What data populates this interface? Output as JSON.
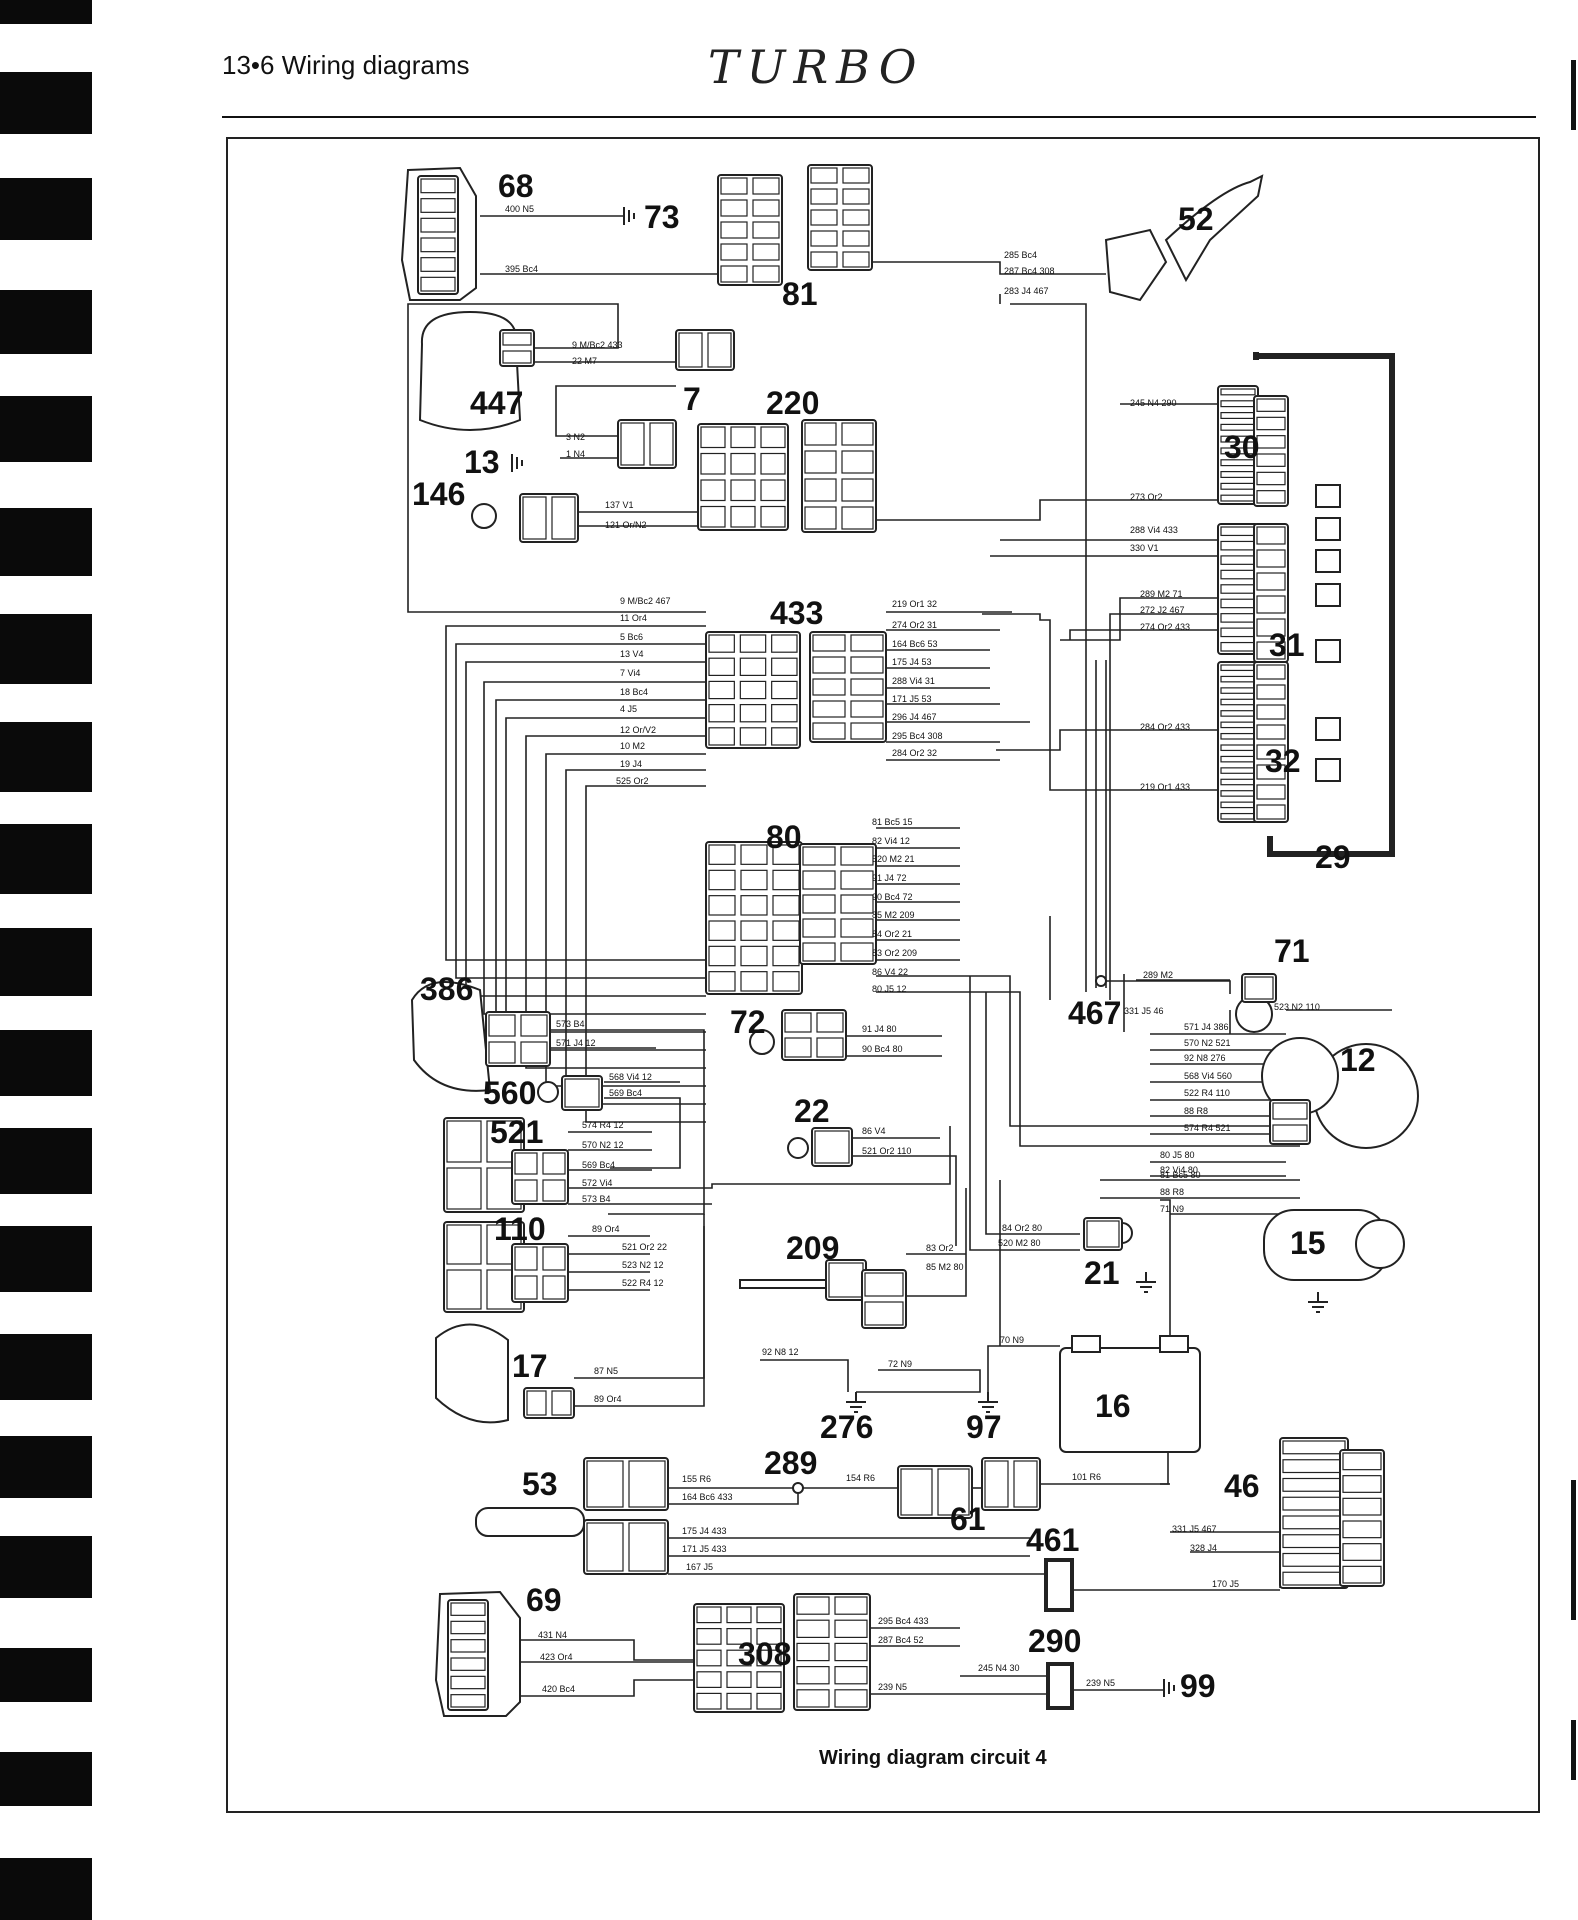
{
  "page": {
    "header": "13•6  Wiring diagrams",
    "handwritten_note": "TURBO",
    "caption": "Wiring diagram circuit 4"
  },
  "components": [
    {
      "id": "68"
    },
    {
      "id": "73"
    },
    {
      "id": "81"
    },
    {
      "id": "52"
    },
    {
      "id": "447"
    },
    {
      "id": "7"
    },
    {
      "id": "220"
    },
    {
      "id": "13"
    },
    {
      "id": "146"
    },
    {
      "id": "30"
    },
    {
      "id": "433"
    },
    {
      "id": "31"
    },
    {
      "id": "32"
    },
    {
      "id": "29"
    },
    {
      "id": "80"
    },
    {
      "id": "71"
    },
    {
      "id": "467"
    },
    {
      "id": "386"
    },
    {
      "id": "72"
    },
    {
      "id": "12"
    },
    {
      "id": "560"
    },
    {
      "id": "521"
    },
    {
      "id": "22"
    },
    {
      "id": "110"
    },
    {
      "id": "209"
    },
    {
      "id": "21"
    },
    {
      "id": "15"
    },
    {
      "id": "17"
    },
    {
      "id": "276"
    },
    {
      "id": "97"
    },
    {
      "id": "16"
    },
    {
      "id": "289"
    },
    {
      "id": "53"
    },
    {
      "id": "61"
    },
    {
      "id": "46"
    },
    {
      "id": "461"
    },
    {
      "id": "69"
    },
    {
      "id": "308"
    },
    {
      "id": "290"
    },
    {
      "id": "99"
    }
  ],
  "wires": [
    "400 N5",
    "395 Bc4",
    "285 Bc4",
    "287 Bc4 308",
    "283 J4 467",
    "9 M/Bc2 433",
    "22 M7",
    "3 N2",
    "1 N4",
    "137 V1",
    "121 Or/N2",
    "245 N4 290",
    "273 Or2",
    "288 Vi4 433",
    "330 V1",
    "289 M2 71",
    "272 J2 467",
    "274 Or2 433",
    "284 Or2 433",
    "219 Or1 433",
    "9 M/Bc2 467",
    "11 Or4",
    "5 Bc6",
    "13 V4",
    "7 Vi4",
    "18 Bc4",
    "4 J5",
    "12 Or/V2",
    "10 M2",
    "19 J4",
    "525 Or2",
    "219 Or1 32",
    "274 Or2 31",
    "164 Bc6 53",
    "175 J4 53",
    "288 Vi4 31",
    "171 J5 53",
    "296 J4 467",
    "295 Bc4 308",
    "284 Or2 32",
    "81 Bc5 15",
    "82 Vi4 12",
    "520 M2 21",
    "91 J4 72",
    "90 Bc4 72",
    "85 M2 209",
    "84 Or2 21",
    "83 Or2 209",
    "86 V4 22",
    "80 J5 12",
    "289 M2",
    "331 J5 46",
    "571 J4 386",
    "570 N2 521",
    "92 N8 276",
    "568 Vi4 560",
    "522 R4 110",
    "88 R8",
    "574 R4 521",
    "80 J5 80",
    "82 Vi4 80",
    "523 N2 110",
    "573 B4",
    "571 J4 12",
    "91 J4 80",
    "90 Bc4 80",
    "568 Vi4 12",
    "569 Bc4",
    "574 R4 12",
    "570 N2 12",
    "569 Bc4",
    "572 Vi4",
    "573 B4",
    "86 V4",
    "521 Or2 110",
    "81 Bc5 80",
    "88 R8",
    "71 N9",
    "84 Or2 80",
    "520 M2 80",
    "89 Or4",
    "521 Or2 22",
    "523 N2 12",
    "522 R4 12",
    "83 Or2",
    "85 M2 80",
    "87 N5",
    "89 Or4",
    "92 N8 12",
    "72 N9",
    "70 N9",
    "155 R6",
    "164 Bc6 433",
    "154 R6",
    "101 R6",
    "175 J4 433",
    "171 J5 433",
    "167 J5",
    "331 J5 467",
    "328 J4",
    "170 J5",
    "431 N4",
    "423 Or4",
    "420 Bc4",
    "295 Bc4 433",
    "287 Bc4 52",
    "245 N4 30",
    "239 N5",
    "239 N5"
  ]
}
